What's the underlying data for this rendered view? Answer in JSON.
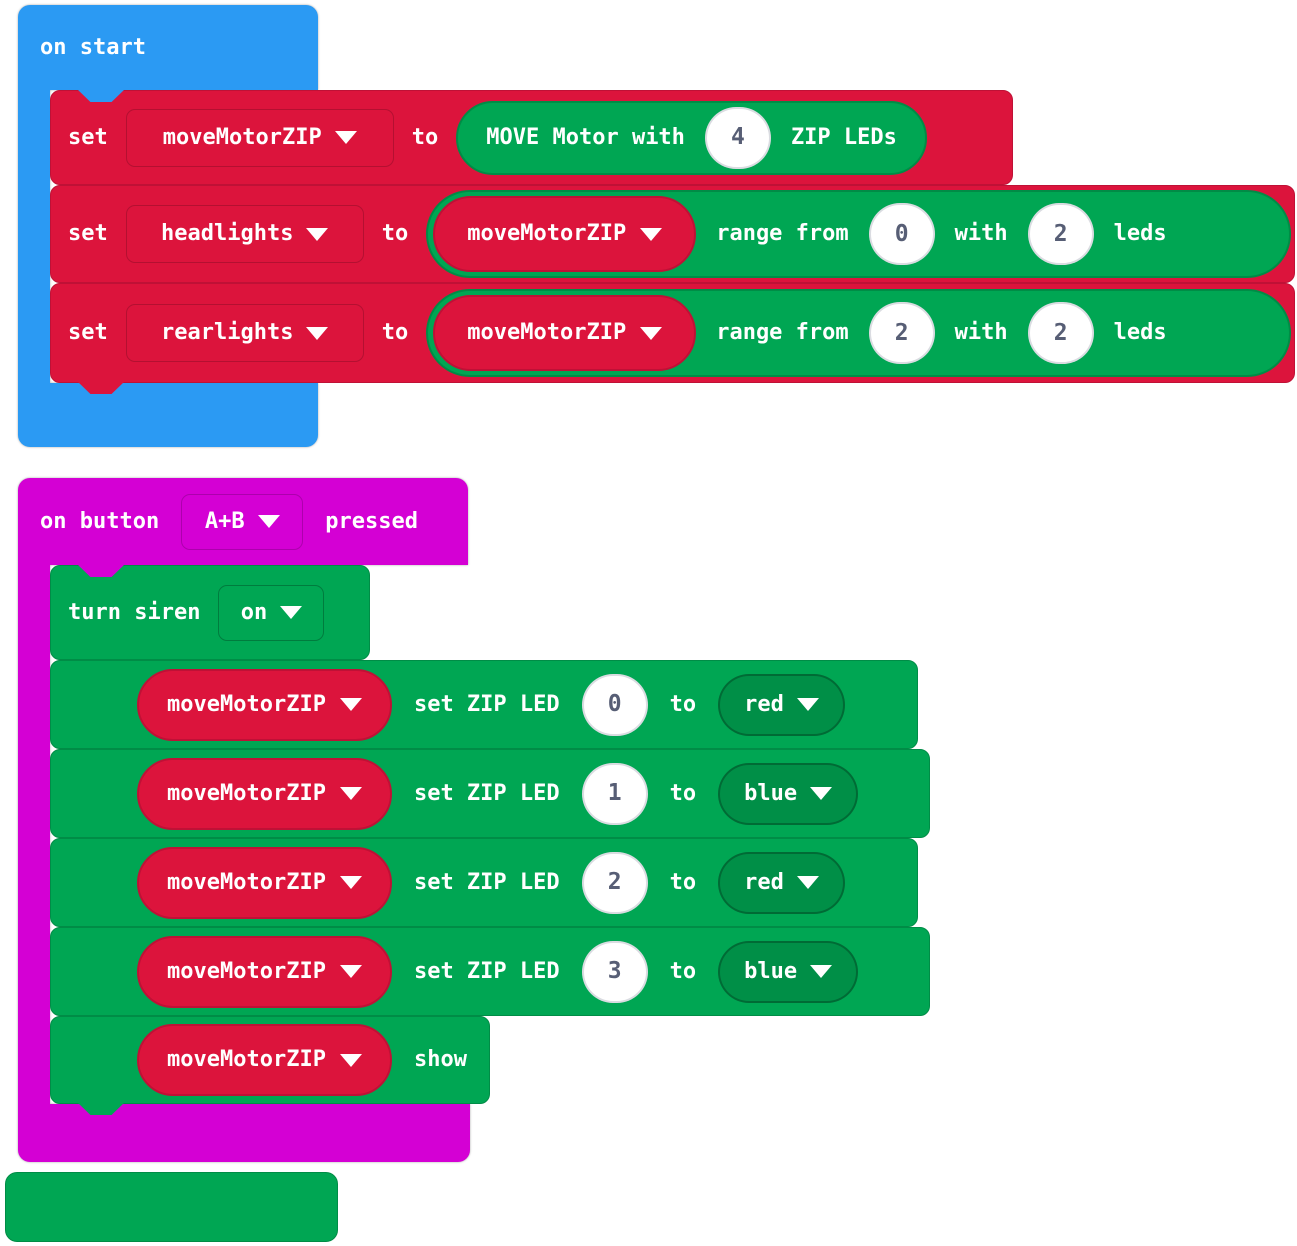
{
  "colors": {
    "basic_blue": "#2b9af3",
    "input_magenta": "#d400d4",
    "variables_red": "#dc143c",
    "red_border": "#bf1136",
    "kitronik_green": "#00a653",
    "green_border": "#008c46",
    "green_dark": "#008f47",
    "value_text": "#575e75"
  },
  "on_start": {
    "title": "on start",
    "row1": {
      "set": "set",
      "variable": "moveMotorZIP",
      "to": "to",
      "value": {
        "prefix": "MOVE Motor with",
        "count": "4",
        "suffix": "ZIP LEDs"
      }
    },
    "row2": {
      "set": "set",
      "variable": "headlights",
      "to": "to",
      "range": {
        "variable": "moveMotorZIP",
        "range_from": "range from",
        "from": "0",
        "with": "with",
        "count": "2",
        "leds": "leds"
      }
    },
    "row3": {
      "set": "set",
      "variable": "rearlights",
      "to": "to",
      "range": {
        "variable": "moveMotorZIP",
        "range_from": "range from",
        "from": "2",
        "with": "with",
        "count": "2",
        "leds": "leds"
      }
    }
  },
  "on_button": {
    "prefix": "on button",
    "button": "A+B",
    "suffix": "pressed",
    "siren": {
      "label": "turn siren",
      "state": "on"
    },
    "led_rows": [
      {
        "variable": "moveMotorZIP",
        "action": "set ZIP LED",
        "index": "0",
        "to": "to",
        "color": "red"
      },
      {
        "variable": "moveMotorZIP",
        "action": "set ZIP LED",
        "index": "1",
        "to": "to",
        "color": "blue"
      },
      {
        "variable": "moveMotorZIP",
        "action": "set ZIP LED",
        "index": "2",
        "to": "to",
        "color": "red"
      },
      {
        "variable": "moveMotorZIP",
        "action": "set ZIP LED",
        "index": "3",
        "to": "to",
        "color": "blue"
      }
    ],
    "show_row": {
      "variable": "moveMotorZIP",
      "action": "show"
    }
  }
}
